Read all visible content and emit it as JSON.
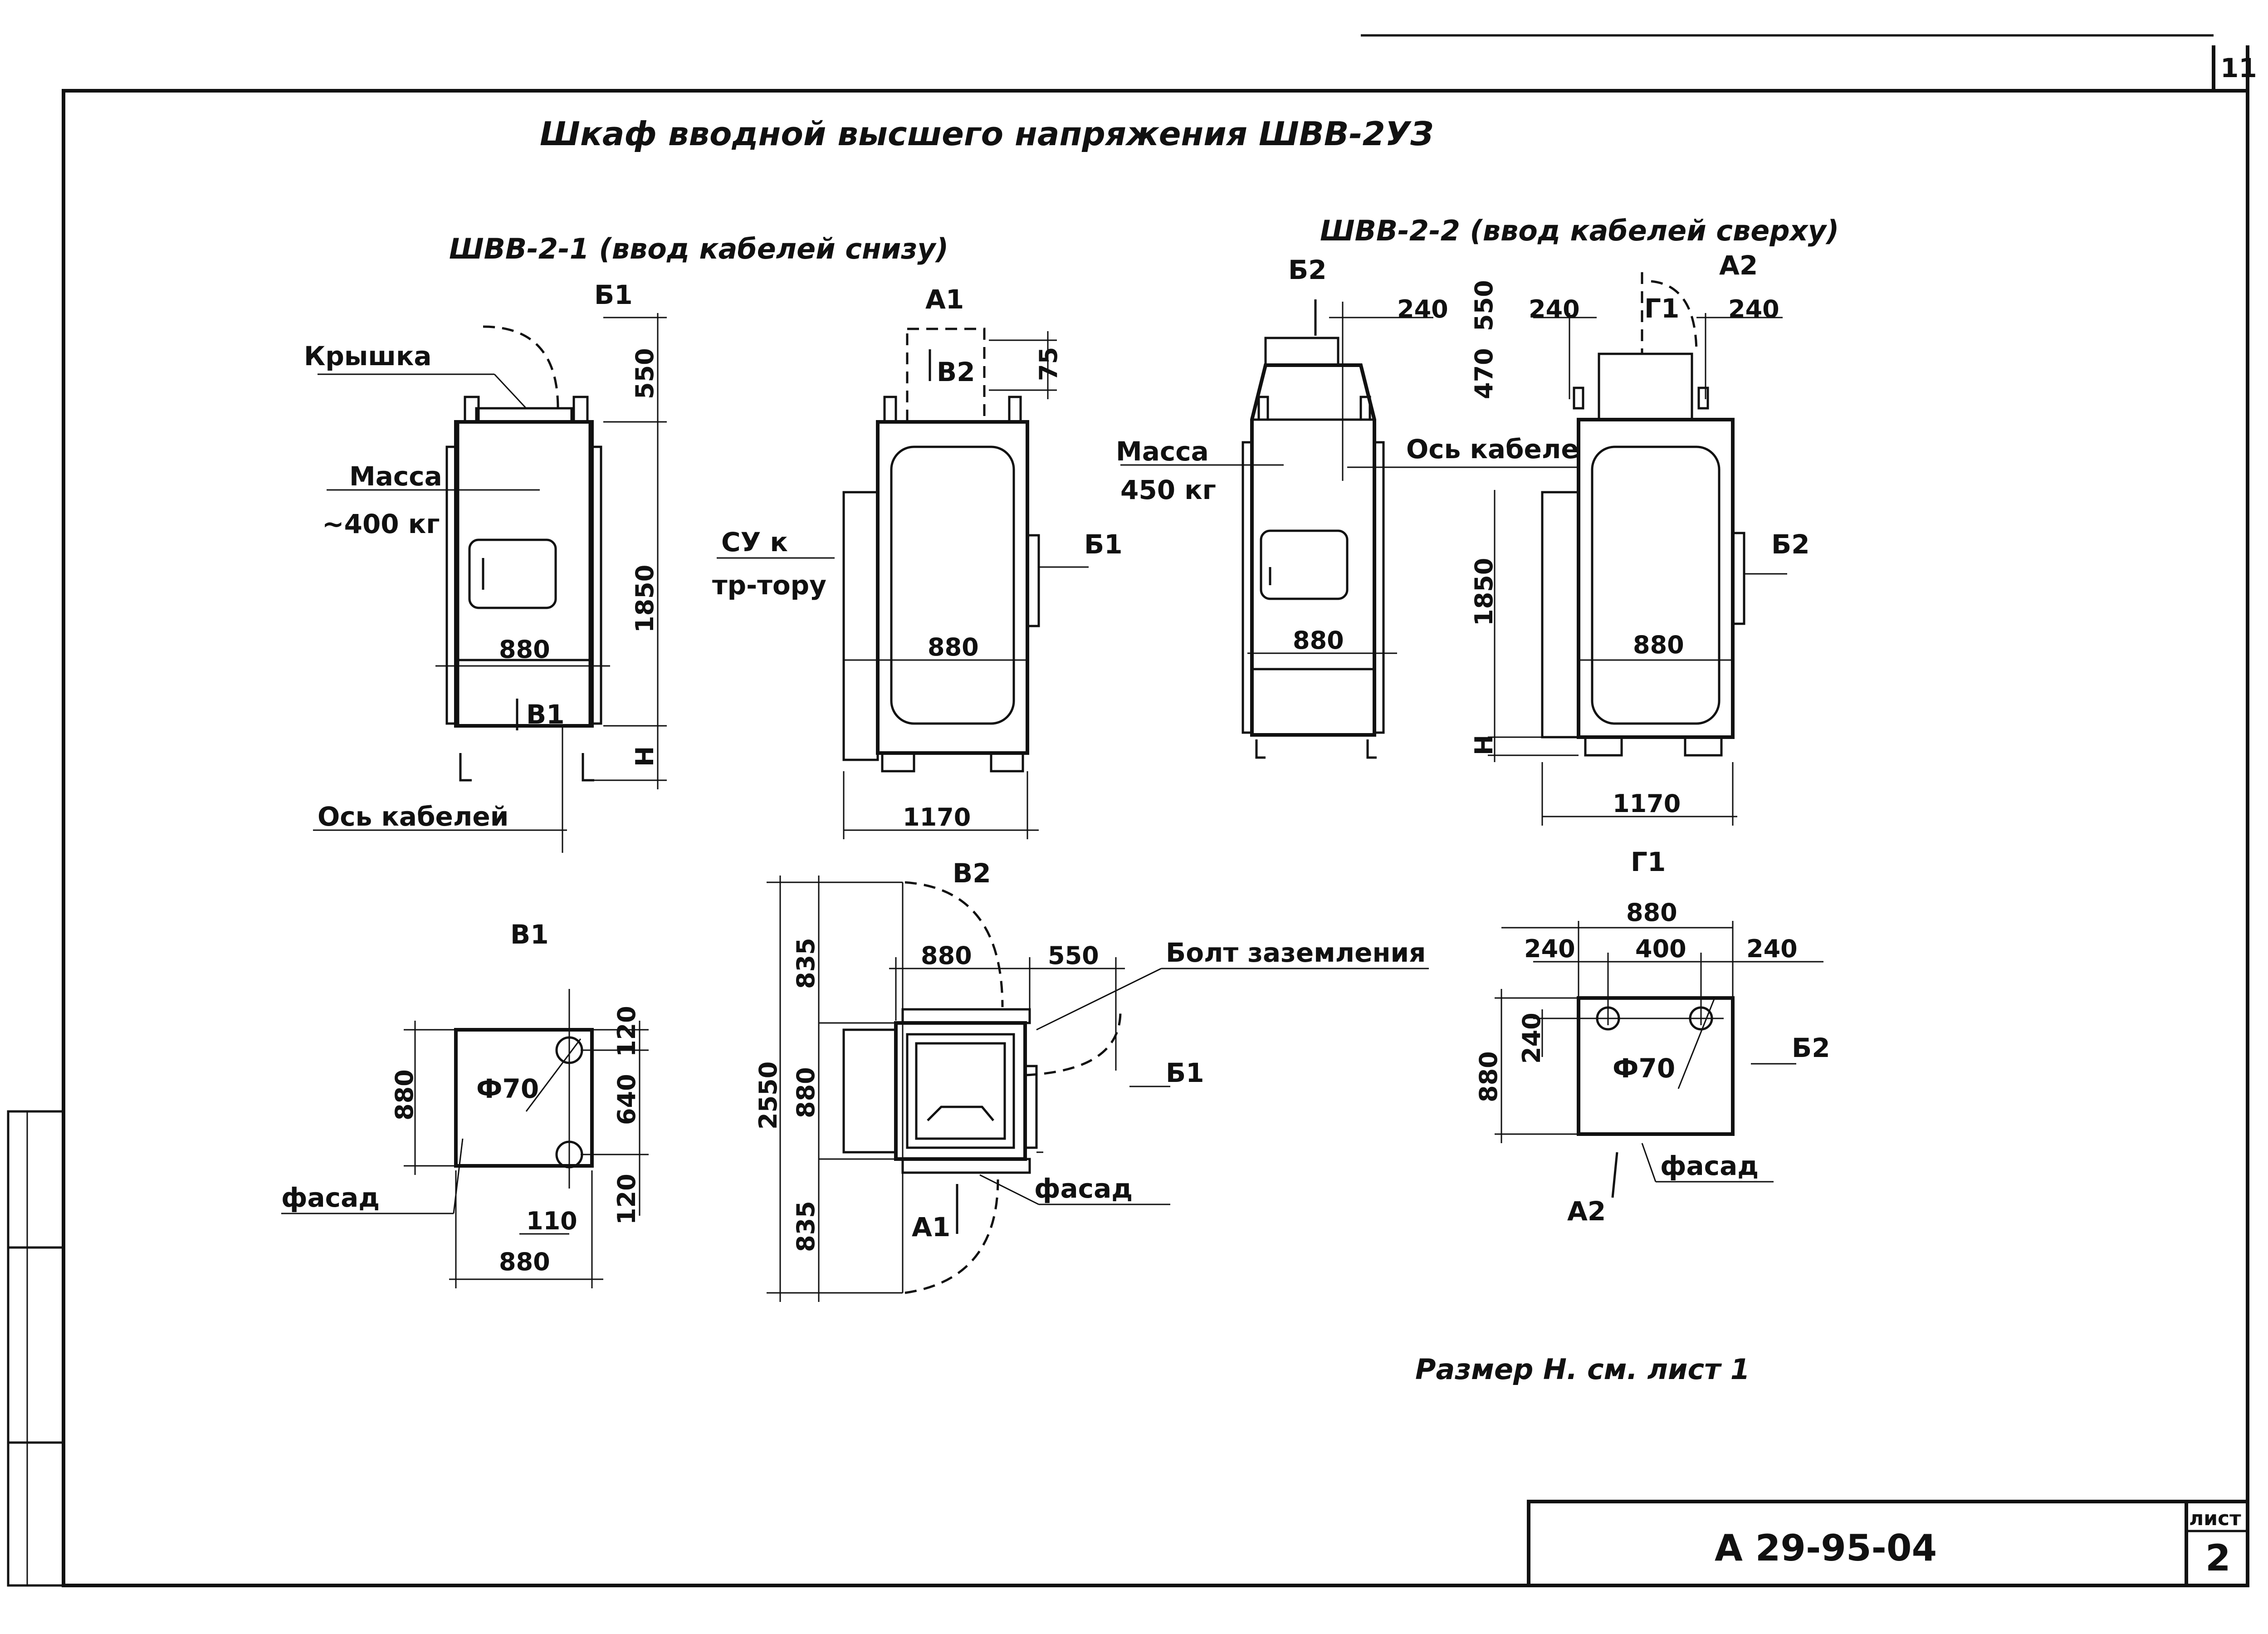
{
  "sheet": {
    "corner_number": "11",
    "title": "Шкаф вводной высшего напряжения ШВВ-2УЗ",
    "note": "Размер Н. см. лист 1",
    "doc_number": "А 29-95-04",
    "sheet_label": "лист",
    "sheet_number": "2"
  },
  "view1": {
    "heading": "ШВВ-2-1 (ввод кабелей снизу)",
    "view_marker": "Б1",
    "cover_label": "Крышка",
    "mass_label": "Масса",
    "mass_value": "~400 кг",
    "dim_width": "880",
    "dim_top": "550",
    "dim_height": "1850",
    "dim_h": "Н",
    "section_marker": "В1",
    "axis_label": "Ось кабелей"
  },
  "view2": {
    "view_marker": "А1",
    "section_marker": "В2",
    "dim_top": "75",
    "su_label_1": "СУ к",
    "su_label_2": "тр-тору",
    "arrow_marker": "Б1",
    "dim_width": "880",
    "dim_base": "1170"
  },
  "view3": {
    "heading": "ШВВ-2-2 (ввод кабелей сверху)",
    "view_marker": "Б2",
    "dim_side": "240",
    "mass_label": "Масса",
    "mass_value": "450 кг",
    "axis_label": "Ось кабелей",
    "dim_width": "880"
  },
  "view4": {
    "view_marker": "А2",
    "section_marker": "Г1",
    "dim_550": "550",
    "dim_470": "470",
    "dim_left": "240",
    "dim_right": "240",
    "arrow_marker": "Б2",
    "dim_height": "1850",
    "dim_h": "Н",
    "dim_width": "880",
    "dim_base": "1170"
  },
  "plan_b1": {
    "title": "В1",
    "dim_side": "880",
    "dim_bottom": "880",
    "dim_120_top": "120",
    "dim_640": "640",
    "dim_120_bottom": "120",
    "dim_110": "110",
    "hole_label": "Ф70",
    "facade_label": "фасад"
  },
  "plan_b2": {
    "title": "В2",
    "dim_835_top": "835",
    "dim_880_side": "880",
    "dim_835_bottom": "835",
    "dim_total": "2550",
    "dim_880_top": "880",
    "dim_550": "550",
    "bolt_label": "Болт заземления",
    "arrow_marker": "Б1",
    "section_marker": "А1",
    "facade_label": "фасад"
  },
  "plan_g1": {
    "title": "Г1",
    "dim_top": "880",
    "dim_left": "240",
    "dim_mid": "400",
    "dim_right": "240",
    "dim_side": "880",
    "dim_240_side": "240",
    "hole_label": "Ф70",
    "arrow_marker": "Б2",
    "section_marker": "А2",
    "facade_label": "фасад"
  }
}
